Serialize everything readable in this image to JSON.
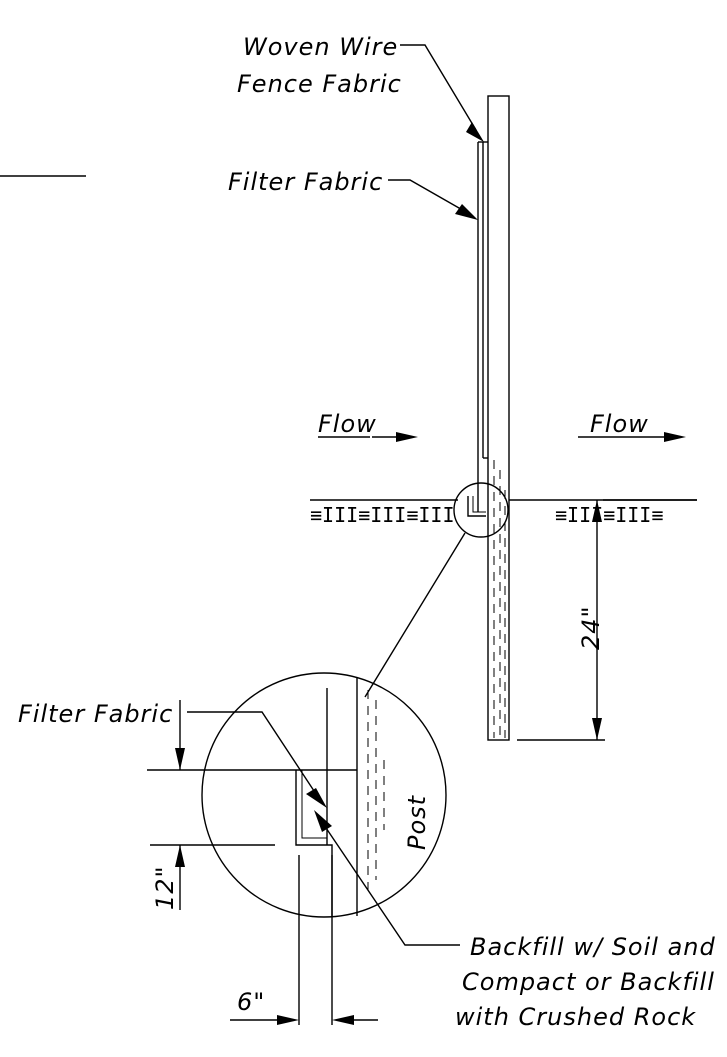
{
  "labels": {
    "woven_wire_line1": "Woven Wire",
    "woven_wire_line2": "Fence Fabric",
    "filter_fabric_top": "Filter Fabric",
    "flow_left": "Flow",
    "flow_right": "Flow",
    "depth_24": "24\"",
    "filter_fabric_detail": "Filter Fabric",
    "post": "Post",
    "depth_12": "12\"",
    "width_6": "6\"",
    "backfill_line1": "Backfill w/ Soil and",
    "backfill_line2": "Compact or Backfill",
    "backfill_line3": "with Crushed Rock"
  },
  "ground_hatch_left": "≡III≡III≡III",
  "ground_hatch_right": "≡III≡III≡"
}
